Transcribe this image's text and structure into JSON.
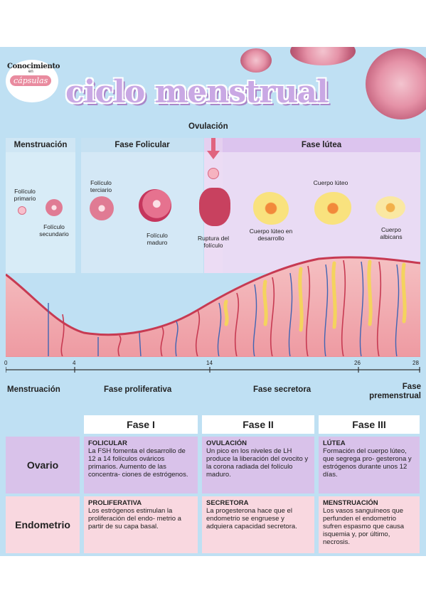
{
  "logo": {
    "line1": "Conocimiento",
    "line2": "en",
    "line3": "cápsulas"
  },
  "title": "ciclo menstrual",
  "ovulation_top": "Ovulación",
  "phases": {
    "menstruacion": "Menstruación",
    "folicular": "Fase Folicular",
    "lutea": "Fase lútea"
  },
  "follicles": {
    "primario": "Folículo primario",
    "secundario": "Folículo secundario",
    "terciario": "Folículo terciario",
    "maduro": "Folículo maduro",
    "ruptura": "Ruptura del folículo",
    "cuerpo_luteo": "Cuerpo lúteo",
    "cuerpo_desarrollo": "Cuerpo lúteo en desarrollo",
    "albicans": "Cuerpo albicans"
  },
  "axis": {
    "ticks": [
      "0",
      "4",
      "14",
      "26",
      "28"
    ]
  },
  "bottom_phases": {
    "menstruacion": "Menstruación",
    "proliferativa": "Fase proliferativa",
    "secretora": "Fase secretora",
    "premenstrual": "Fase premenstrual"
  },
  "table": {
    "headers": [
      "Fase I",
      "Fase II",
      "Fase III"
    ],
    "rows": [
      {
        "label": "Ovario",
        "cells": [
          {
            "title": "FOLICULAR",
            "text": "La FSH fomenta el desarrollo de 12 a 14 folículos ováricos primarios. Aumento de las concentra- ciones de estrógenos."
          },
          {
            "title": "OVULACIÓN",
            "text": "Un pico en los niveles de LH produce la liberación del ovocito y la corona radiada del folículo maduro."
          },
          {
            "title": "LÚTEA",
            "text": "Formación del cuerpo lúteo, que segrega pro- gesterona y estrógenos durante unos 12 días."
          }
        ]
      },
      {
        "label": "Endometrio",
        "cells": [
          {
            "title": "PROLIFERATIVA",
            "text": "Los estrógenos estimulan la proliferación del endo- metrio a partir de su capa basal."
          },
          {
            "title": "SECRETORA",
            "text": "La progesterona hace que el endometrio se engruese y adquiera capacidad secretora."
          },
          {
            "title": "MENSTRUACIÓN",
            "text": "Los vasos sanguíneos que perfunden el endometrio sufren espasmo que causa isquemia y, por último, necrosis."
          }
        ]
      }
    ]
  },
  "colors": {
    "background": "#bfe0f3",
    "lilac": "#d9c2ea",
    "pink": "#f9d8e0",
    "tissue": "#f3b5b8",
    "title": "#c9a8e4"
  }
}
